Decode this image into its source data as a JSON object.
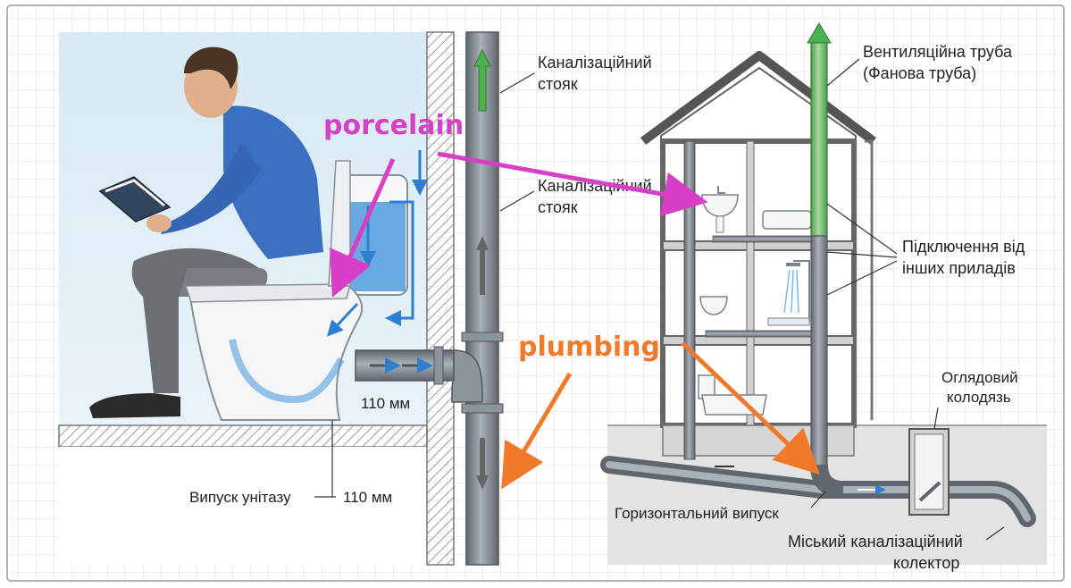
{
  "labels": {
    "riser_top_line1": "Каналізаційний",
    "riser_top_line2": "стояк",
    "riser_mid_line1": "Каналізаційний",
    "riser_mid_line2": "стояк",
    "vent_line1": "Вентиляційна труба",
    "vent_line2": "(Фанова труба)",
    "connections_line1": "Підключення від",
    "connections_line2": "інших приладів",
    "manhole_line1": "Оглядовий",
    "manhole_line2": "колодязь",
    "horizontal_outlet": "Горизонтальний випуск",
    "city_sewer_line1": "Міський каналізаційний",
    "city_sewer_line2": "колектор",
    "toilet_outlet": "Випуск унітазу",
    "size_110_pipe": "110 мм",
    "size_110_outlet": "110 мм"
  },
  "annotations": {
    "porcelain": "porcelain",
    "plumbing": "plumbing"
  },
  "colors": {
    "porcelain_annotation": "#d63fc6",
    "plumbing_annotation": "#f07a2a",
    "vent_pipe": "#7cc47a",
    "pipe": "#7d8590",
    "water": "#3a8fd9",
    "shirt": "#3b6fc2",
    "background_grid": "#dcdcdc"
  }
}
